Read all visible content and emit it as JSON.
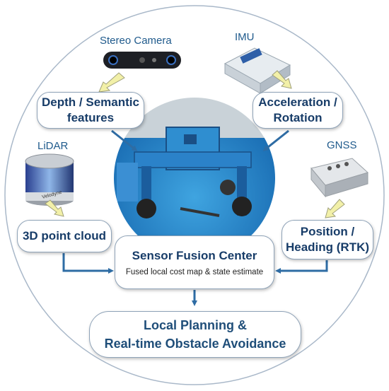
{
  "sensors": {
    "stereo_camera": "Stereo Camera",
    "imu": "IMU",
    "lidar": "LiDAR",
    "gnss": "GNSS"
  },
  "boxes": {
    "depth_line1": "Depth / Semantic",
    "depth_line2": "features",
    "accel_line1": "Acceleration /",
    "accel_line2": "Rotation",
    "cloud": "3D point cloud",
    "position_line1": "Position /",
    "position_line2": "Heading (RTK)"
  },
  "fusion": {
    "title": "Sensor Fusion Center",
    "subtitle": "Fused local cost map & state estimate"
  },
  "planning": {
    "line1": "Local Planning &",
    "line2": "Real-time Obstacle Avoidance"
  },
  "device_text": {
    "lidar_brand": "Velodyne"
  },
  "colors": {
    "arrow_blue": "#2e6ca4",
    "arrow_yellow": "#f2f0a8",
    "border": "#8fa3b8",
    "text_dark": "#173c68"
  }
}
